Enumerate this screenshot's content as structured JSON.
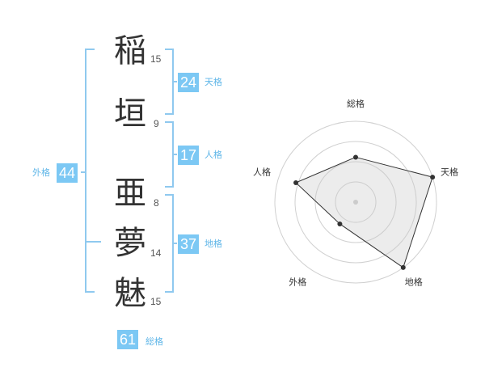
{
  "name": {
    "characters": [
      {
        "char": "稲",
        "strokes": "15"
      },
      {
        "char": "垣",
        "strokes": "9"
      },
      {
        "char": "亜",
        "strokes": "8"
      },
      {
        "char": "夢",
        "strokes": "14"
      },
      {
        "char": "魅",
        "strokes": "15"
      }
    ]
  },
  "scores": {
    "tenkaku": {
      "value": "24",
      "label": "天格"
    },
    "jinkaku": {
      "value": "17",
      "label": "人格"
    },
    "chikaku": {
      "value": "37",
      "label": "地格"
    },
    "gaikaku": {
      "value": "44",
      "label": "外格"
    },
    "soukaku": {
      "value": "61",
      "label": "総格"
    }
  },
  "radar": {
    "axes": [
      "総格",
      "天格",
      "地格",
      "外格",
      "人格"
    ],
    "levels": 4,
    "values": [
      2.5,
      4.5,
      4.5,
      1.5,
      3.5
    ],
    "max": 4.5
  },
  "colors": {
    "accent": "#7cc8f4",
    "bracket": "#8fc9ef",
    "label": "#5fb6e8"
  }
}
